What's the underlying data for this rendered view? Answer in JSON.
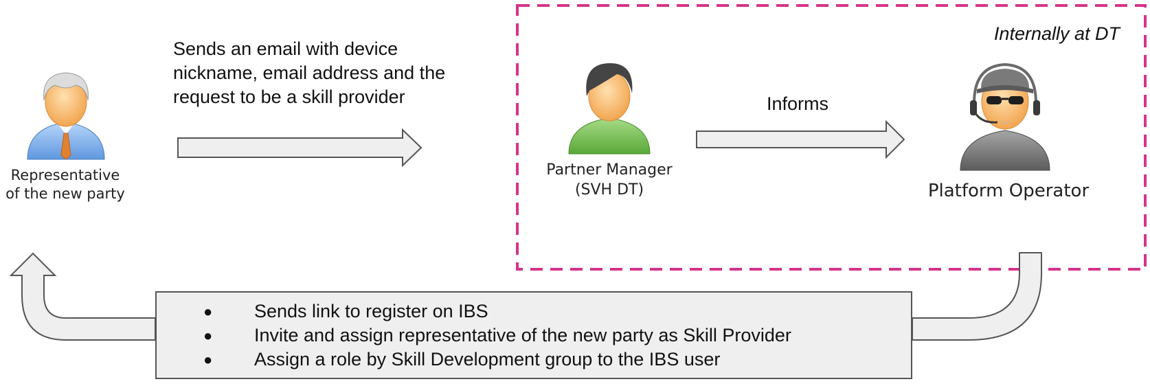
{
  "actors": {
    "representative": {
      "label_line1": "Representative",
      "label_line2": "of the new party"
    },
    "partner_manager": {
      "label_line1": "Partner Manager",
      "label_line2": "(SVH DT)"
    },
    "platform_operator": {
      "label": "Platform Operator"
    }
  },
  "edges": {
    "sends_email": {
      "line1": "Sends an email with device",
      "line2": "nickname, email address and the",
      "line3": "request to be a skill provider"
    },
    "informs": {
      "label": "Informs"
    }
  },
  "group": {
    "label": "Internally at DT",
    "border_color": "#d6338a"
  },
  "return_actions": [
    "Sends link to register on IBS",
    "Invite and assign representative of the new party as Skill Provider",
    "Assign a role by Skill Development group to the IBS user"
  ],
  "bullet_glyph": "●",
  "colors": {
    "arrow_fill": "#efefef",
    "arrow_stroke": "#555555"
  }
}
